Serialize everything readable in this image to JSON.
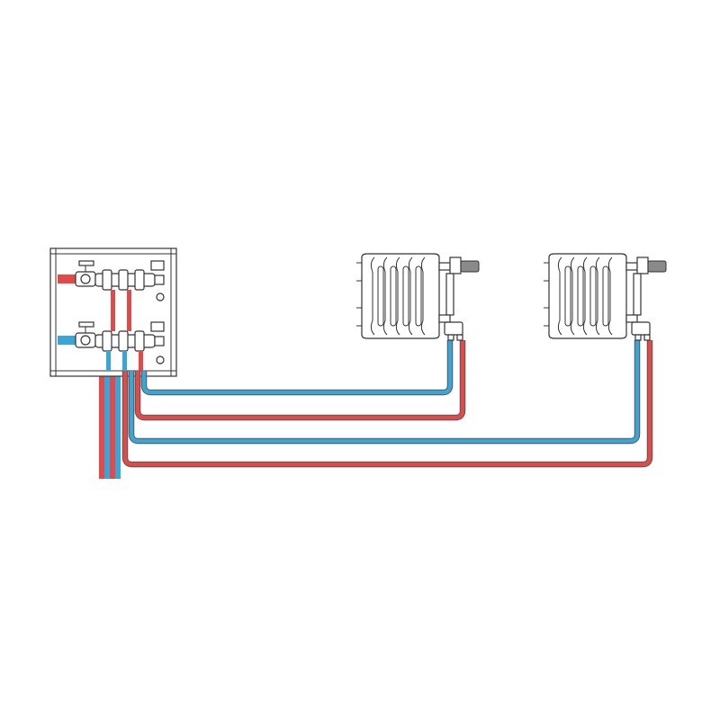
{
  "colors": {
    "supply": "#e24a4a",
    "return": "#3aa6d8",
    "line": "#333333",
    "background": "#ffffff"
  },
  "components": {
    "manifold_cabinet": "heating-manifold",
    "radiators": [
      "radiator-1",
      "radiator-2"
    ],
    "pipes": [
      "return-pipe-radiator-1",
      "supply-pipe-radiator-1",
      "return-pipe-radiator-2",
      "supply-pipe-radiator-2"
    ]
  }
}
